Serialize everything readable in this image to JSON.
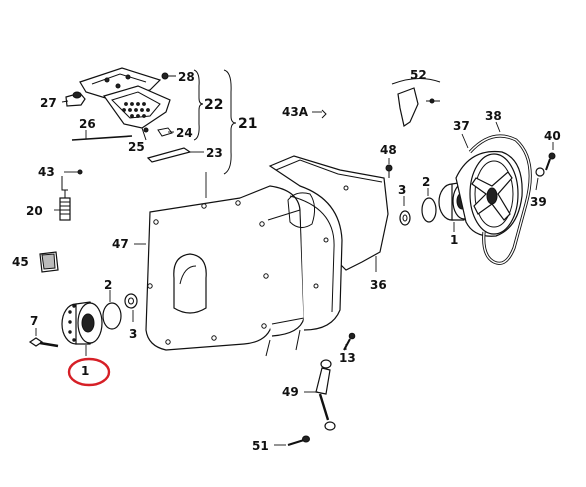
{
  "diagram": {
    "labels": {
      "p1_left": "1",
      "p1_right": "1",
      "p2_left": "2",
      "p2_right": "2",
      "p3_left": "3",
      "p3_right": "3",
      "p7": "7",
      "p13": "13",
      "p20": "20",
      "p21": "21",
      "p22": "22",
      "p23": "23",
      "p24": "24",
      "p25": "25",
      "p26": "26",
      "p27": "27",
      "p28": "28",
      "p36": "36",
      "p37": "37",
      "p38": "38",
      "p39": "39",
      "p40": "40",
      "p43": "43",
      "p43a": "43A",
      "p45": "45",
      "p47": "47",
      "p48": "48",
      "p49": "49",
      "p51": "51",
      "p52": "52"
    },
    "highlight": {
      "part": "1",
      "color": "#d61f26"
    }
  }
}
